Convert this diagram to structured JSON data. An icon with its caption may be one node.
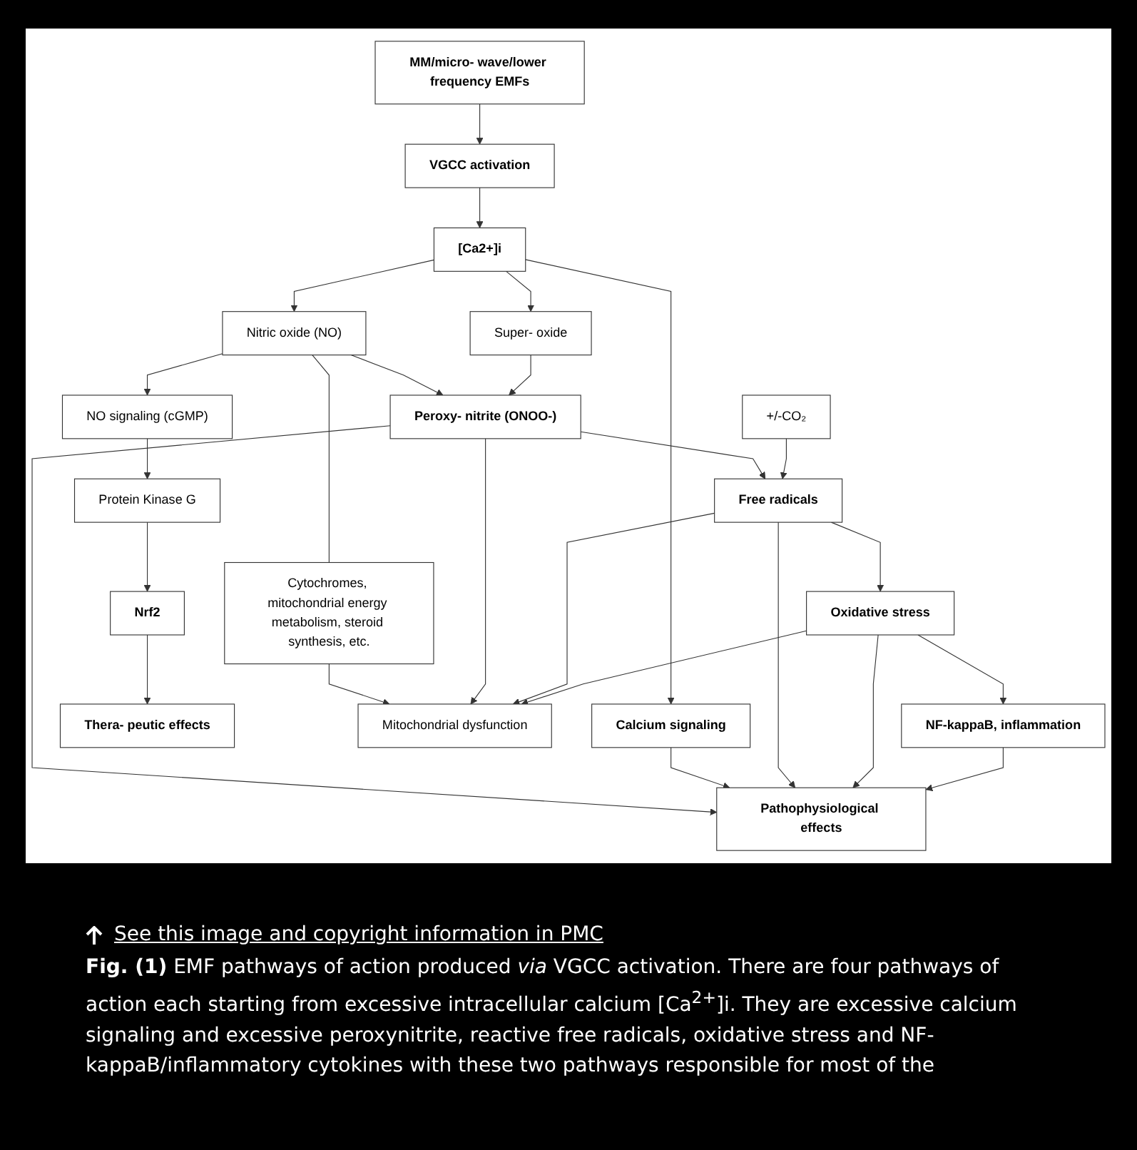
{
  "diagram": {
    "caption": "**Fig. (1)** EMF pathways of action produced *via* VGCC activation. There are four pathways of action each starting from excessive intracellular calcium [Ca$^{2+}$]i. They are excessive calcium signaling and excessive peroxynitrite, reactive free radicals, oxidative stress and NF-kappaB/inflammatory cytokines with these two pathways responsible for most of the",
    "nodes": [
      {
        "text": [
          "Cytochromes, mitochondrial energy metabolism, steroid synthesis, etc."
        ]
      },
      {
        "text": [
          "MM/micro- wave/lower frequency EMFs"
        ]
      },
      {
        "text": [
          "VGCC activation"
        ]
      },
      {
        "text": [
          "[Ca2+]i"
        ]
      },
      {
        "text": [
          "Nitric oxide (NO)"
        ]
      },
      {
        "text": [
          "NO signaling (cGMP)"
        ]
      },
      {
        "text": [
          "Protein Kinase G"
        ]
      },
      {
        "text": [
          "Nrf2"
        ]
      },
      {
        "text": [
          "Super- oxide"
        ]
      },
      {
        "text": [
          "Calcium signaling"
        ]
      },
      {
        "text": [
          "Peroxy- nitrite (ONOO-)"
        ]
      },
      {
        "text": [
          "Thera- peutic effects"
        ]
      },
      {
        "text": [
          "+/-CO₂"
        ]
      },
      {
        "text": [
          "Mitochondrial dysfunction"
        ]
      },
      {
        "text": [
          "Free radicals"
        ]
      },
      {
        "text": [
          "Oxidative stress"
        ]
      },
      {
        "text": [
          "Pathophysiological effects"
        ]
      },
      {
        "text": [
          "NF-kappaB, inflammation"
        ]
      }
    ],
    "edges": [
      {
        "from": 1,
        "to": 2,
        "arrow": "to"
      },
      {
        "from": 2,
        "to": 3,
        "arrow": "to"
      },
      {
        "from": 3,
        "to": 4,
        "arrow": "to"
      },
      {
        "from": 3,
        "to": 8,
        "arrow": "to"
      },
      {
        "from": 3,
        "to": 9,
        "arrow": "to"
      },
      {
        "from": 4,
        "to": 0,
        "arrow": "none"
      },
      {
        "from": 4,
        "to": 5,
        "arrow": "to"
      },
      {
        "from": 5,
        "to": 6,
        "arrow": "to"
      },
      {
        "from": 6,
        "to": 7,
        "arrow": "to"
      },
      {
        "from": 7,
        "to": 11,
        "arrow": "to"
      },
      {
        "from": 4,
        "to": 10,
        "arrow": "to"
      },
      {
        "from": 8,
        "to": 10,
        "arrow": "to"
      },
      {
        "from": 0,
        "to": 13,
        "arrow": "to"
      },
      {
        "from": 10,
        "to": 13,
        "arrow": "to"
      },
      {
        "from": 10,
        "to": 14,
        "arrow": "to"
      },
      {
        "from": 12,
        "to": 14,
        "arrow": "to"
      },
      {
        "from": 10,
        "to": 16,
        "arrow": "to"
      },
      {
        "from": 9,
        "to": 16,
        "arrow": "to"
      },
      {
        "from": 14,
        "to": 13,
        "arrow": "to"
      },
      {
        "from": 14,
        "to": 16,
        "arrow": "to"
      },
      {
        "from": 14,
        "to": 15,
        "arrow": "to"
      },
      {
        "from": 15,
        "to": 13,
        "arrow": "to"
      },
      {
        "from": 15,
        "to": 16,
        "arrow": "to"
      },
      {
        "from": 15,
        "to": 17,
        "arrow": "to"
      },
      {
        "from": 17,
        "to": 16,
        "arrow": "to"
      }
    ],
    "labels": [
      "See this image and copyright information in PMC"
    ]
  }
}
